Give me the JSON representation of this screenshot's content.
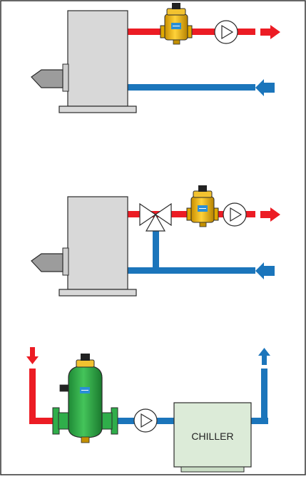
{
  "diagram": {
    "chiller_label": "CHILLER",
    "colors": {
      "supply_pipe": "#ec1c24",
      "return_pipe": "#1b75bb",
      "boiler_body": "#d8d8d8",
      "chiller_body": "#dcebd8",
      "separator_yellow": "#f5c21b",
      "separator_green": "#2fae4a",
      "badge_blue": "#2a8fd6",
      "outline": "#2b2b2b"
    },
    "icons": [
      "boiler-unit",
      "burner",
      "air-separator",
      "circulation-pump",
      "three-way-valve",
      "dirt-separator",
      "chiller-unit",
      "flow-arrow"
    ]
  }
}
